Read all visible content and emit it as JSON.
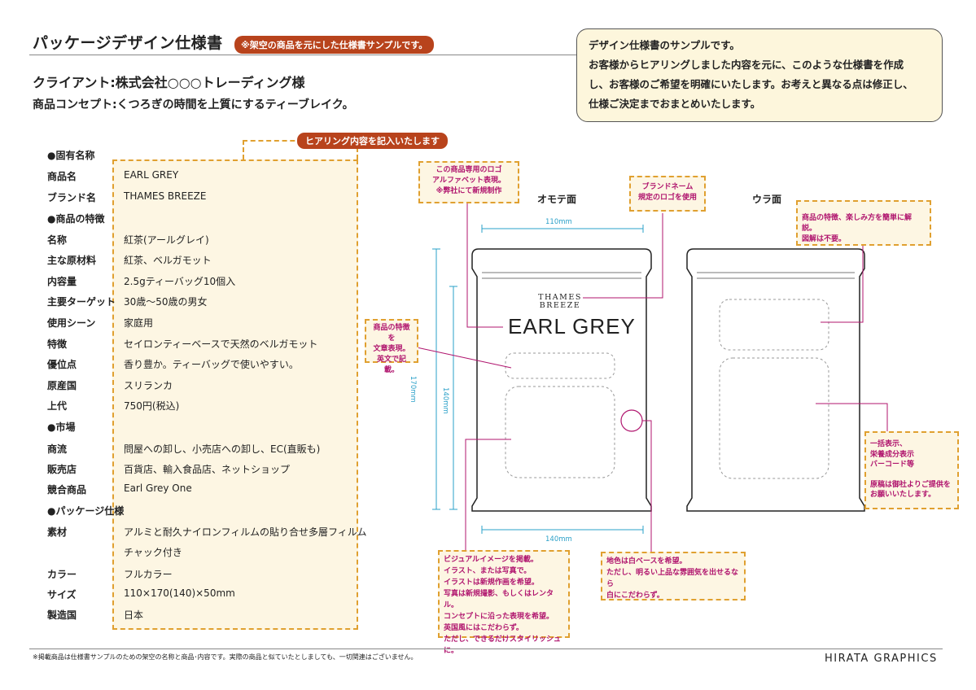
{
  "header": {
    "title": "パッケージデザイン仕様書",
    "badge": "※架空の商品を元にした仕様書サンプルです。",
    "client": "クライアント:株式会社○○○トレーディング様",
    "concept": "商品コンセプト:くつろぎの時間を上質にするティーブレイク。"
  },
  "note_box": {
    "lines": [
      "デザイン仕様書のサンプルです。",
      "お客様からヒアリングしました内容を元に、このような仕様書を作成",
      "し、お客様のご希望を明確にいたします。お考えと異なる点は修正し、",
      "仕様ご決定までおまとめいたします。"
    ]
  },
  "hearing_tab": "ヒアリング内容を記入いたします",
  "spec": {
    "rows": [
      {
        "label": "●固有名称",
        "value": ""
      },
      {
        "label": "商品名",
        "value": "EARL GREY"
      },
      {
        "label": "ブランド名",
        "value": "THAMES BREEZE"
      },
      {
        "label": "●商品の特徴",
        "value": ""
      },
      {
        "label": "名称",
        "value": "紅茶(アールグレイ)"
      },
      {
        "label": "主な原材料",
        "value": "紅茶、ベルガモット"
      },
      {
        "label": "内容量",
        "value": "2.5gティーバッグ10個入"
      },
      {
        "label": "主要ターゲット",
        "value": "30歳～50歳の男女"
      },
      {
        "label": "使用シーン",
        "value": "家庭用"
      },
      {
        "label": "特徴",
        "value": "セイロンティーベースで天然のベルガモット"
      },
      {
        "label": "優位点",
        "value": "香り豊か。ティーバッグで使いやすい。"
      },
      {
        "label": "原産国",
        "value": "スリランカ"
      },
      {
        "label": "上代",
        "value": "750円(税込)"
      },
      {
        "label": "●市場",
        "value": ""
      },
      {
        "label": "商流",
        "value": "問屋への卸し、小売店への卸し、EC(直販も)"
      },
      {
        "label": "販売店",
        "value": "百貨店、輸入食品店、ネットショップ"
      },
      {
        "label": "競合商品",
        "value": "Earl Grey One"
      },
      {
        "label": "●パッケージ仕様",
        "value": ""
      },
      {
        "label": "素材",
        "value": "アルミと耐久ナイロンフィルムの貼り合せ多層フィルム"
      },
      {
        "label": "",
        "value": "チャック付き"
      },
      {
        "label": "カラー",
        "value": "フルカラー"
      },
      {
        "label": "サイズ",
        "value": "110×170(140)×50mm"
      },
      {
        "label": "製造国",
        "value": "日本"
      }
    ]
  },
  "diagram": {
    "front_label": "オモテ面",
    "back_label": "ウラ面",
    "dim_top": "110mm",
    "dim_bottom": "140mm",
    "dim_height": "170mm",
    "dim_inner": "140mm",
    "brand_logo_line1": "THAMES",
    "brand_logo_line2": "BREEZE",
    "product_logo": "EARL GREY",
    "notes": {
      "logo": [
        "この商品専用のロゴ",
        "アルファベット表現。",
        "※弊社にて新規制作"
      ],
      "brand": [
        "ブランドネーム",
        "規定のロゴを使用"
      ],
      "feature": [
        "商品の特徴を",
        "文章表現。",
        "英文で記載。"
      ],
      "visual": [
        "ビジュアルイメージを掲載。",
        "イラスト、または写真で。",
        "イラストは新規作画を希望。",
        "写真は新規撮影、もしくはレンタル。",
        "コンセプトに沿った表現を希望。",
        "英国風にはこだわらず。",
        "ただし、できるだけスタイリッシュに。"
      ],
      "ground": [
        "地色は白ベースを希望。",
        "ただし、明るい上品な雰囲気を出せるなら",
        "白にこだわらず。"
      ],
      "back_top": [
        "商品の特徴、楽しみ方を簡単に解説。",
        "図解は不要。"
      ],
      "back_right": [
        "一括表示、",
        "栄養成分表示",
        "バーコード等",
        "",
        "原稿は御社よりご提供を",
        "お願いいたします。"
      ]
    }
  },
  "footer": {
    "note": "※掲載商品は仕様書サンプルのための架空の名称と商品･内容です。実際の商品と似ていたとしましても、一切関連はございません。",
    "brand": "HIRATA GRAPHICS"
  }
}
